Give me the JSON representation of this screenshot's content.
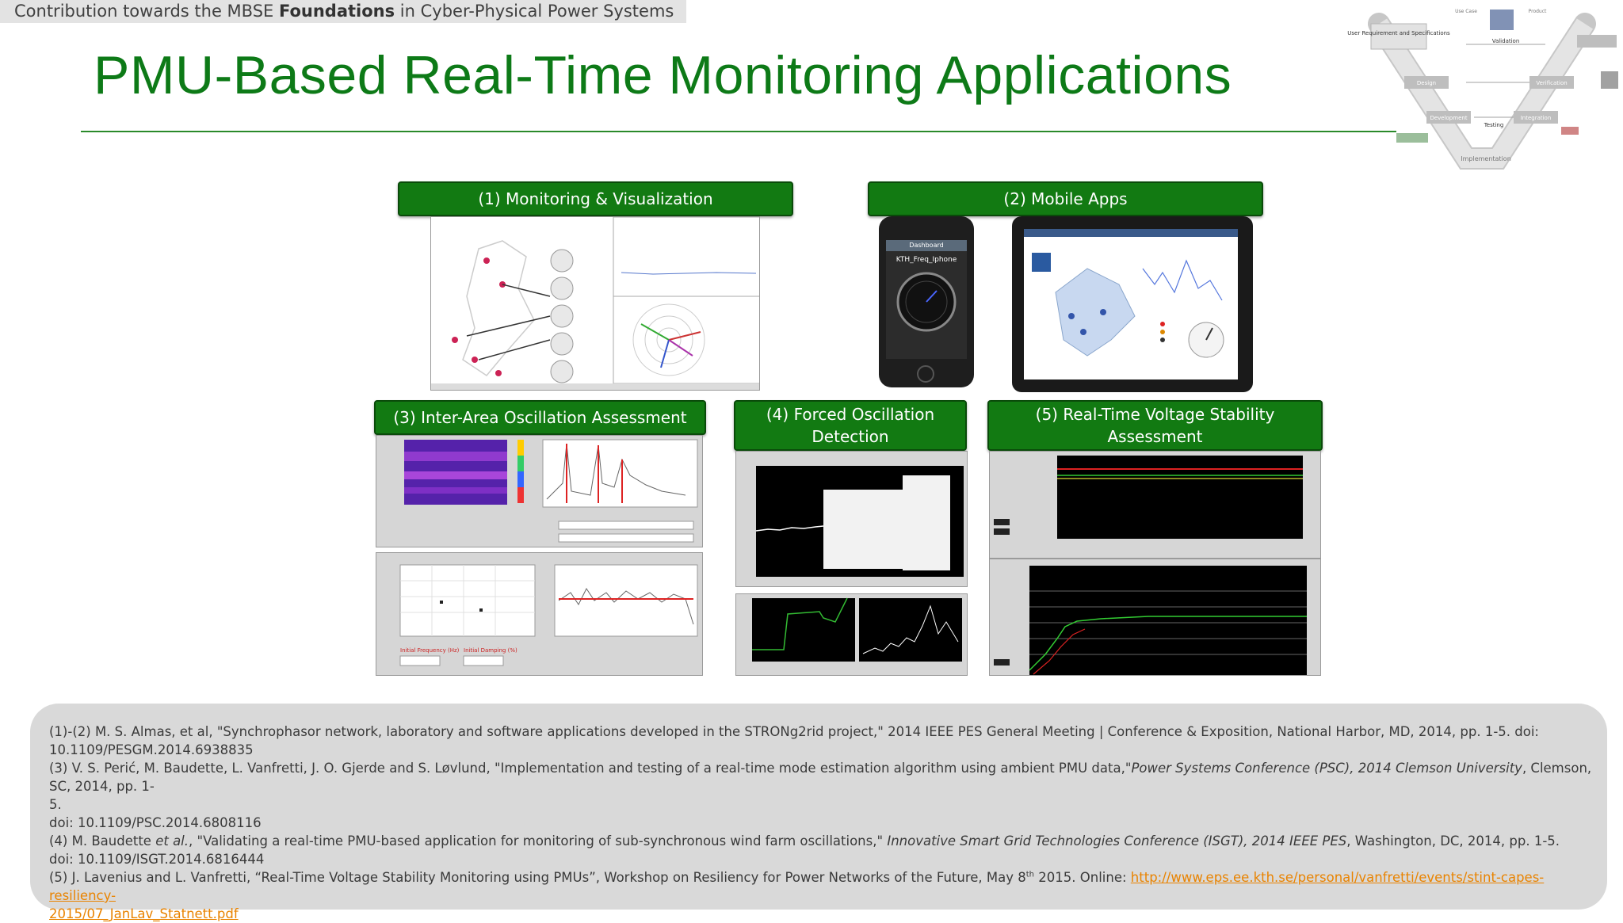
{
  "header": {
    "prefix": "Contribution towards the MBSE ",
    "bold": "Foundations",
    "suffix": " in Cyber-Physical Power Systems"
  },
  "title": "PMU-Based Real-Time Monitoring Applications",
  "panels": {
    "p1": "(1) Monitoring & Visualization",
    "p2": "(2) Mobile Apps",
    "p3": "(3) Inter-Area Oscillation Assessment",
    "p4_line1": "(4) Forced Oscillation",
    "p4_line2": "Detection",
    "p5_line1": "(5) Real-Time Voltage Stability",
    "p5_line2": "Assessment"
  },
  "phone": {
    "app_title": "KTH_Freq_Iphone",
    "header": "Dashboard"
  },
  "vdiagram": {
    "labels": [
      "User Requirement and Specifications",
      "Design",
      "Development",
      "Validation",
      "Verification",
      "Integration",
      "Testing",
      "Implementation",
      "Use Case",
      "Product"
    ]
  },
  "references": {
    "r1a": "(1)-(2) M. S. Almas, et al, \"Synchrophasor network, laboratory and software applications developed in the STRONg2rid project,\" 2014 IEEE PES General Meeting | Conference & Exposition, National Harbor, MD, 2014, pp. 1-5. doi:",
    "r1b": "10.1109/PESGM.2014.6938835",
    "r3a_plain": "(3) V. S. Perić, M. Baudette, L. Vanfretti, J. O. Gjerde and S. Løvlund, \"Implementation and testing of a real-time mode estimation algorithm using ambient PMU data,\"",
    "r3a_italic": "Power Systems Conference (PSC), 2014 Clemson University",
    "r3a_end": ", Clemson, SC, 2014, pp. 1-",
    "r3b": "5.",
    "r3c": "doi: 10.1109/PSC.2014.6808116",
    "r4a_plain": "(4) M. Baudette ",
    "r4a_italic1": "et al.",
    "r4a_mid": ", \"Validating a real-time PMU-based application for monitoring of sub-synchronous wind farm oscillations,\" ",
    "r4a_italic2": "Innovative Smart Grid Technologies Conference (ISGT), 2014 IEEE PES",
    "r4a_end": ", Washington, DC, 2014, pp. 1-5.",
    "r4b": "doi: 10.1109/ISGT.2014.6816444",
    "r5a": "(5) J. Lavenius and L. Vanfretti, “Real-Time Voltage Stability Monitoring using PMUs”, Workshop on Resiliency for Power Networks of the Future, May 8",
    "r5_sup": "th",
    "r5b": " 2015. Online: ",
    "r5_link1": "http://www.eps.ee.kth.se/personal/vanfretti/events/stint-capes-resiliency-",
    "r5_link2": "2015/07_JanLav_Statnett.pdf"
  },
  "colors": {
    "accent": "#0d7a17",
    "label_bg": "#127a12",
    "link": "#e98300"
  }
}
